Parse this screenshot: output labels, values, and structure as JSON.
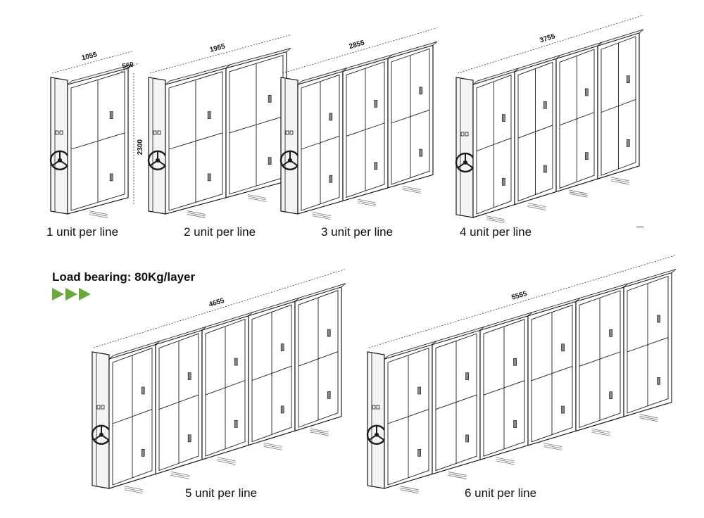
{
  "figure": {
    "load_bearing": "Load bearing: 80Kg/layer",
    "accent_color": "#6aaa3a",
    "arrow_icons": [
      "play-arrow-icon",
      "play-arrow-icon",
      "play-arrow-icon"
    ]
  },
  "configurations": [
    {
      "units": 1,
      "caption": "1 unit per line",
      "length": "1055",
      "depth": "560",
      "height": "2300"
    },
    {
      "units": 2,
      "caption": "2 unit per line",
      "length": "1955"
    },
    {
      "units": 3,
      "caption": "3 unit per line",
      "length": "2855"
    },
    {
      "units": 4,
      "caption": "4 unit per line",
      "length": "3755"
    },
    {
      "units": 5,
      "caption": "5 unit per line",
      "length": "4655"
    },
    {
      "units": 6,
      "caption": "6 unit per line",
      "length": "5555"
    }
  ]
}
